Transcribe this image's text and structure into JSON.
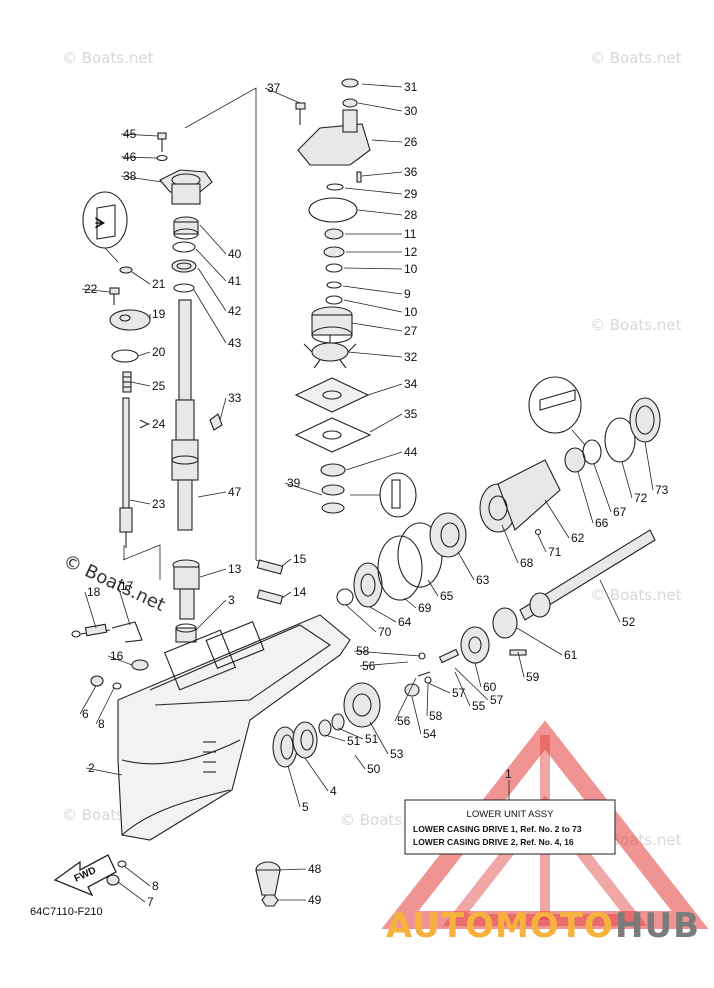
{
  "watermark": {
    "text": "© Boats.net",
    "diagonal_text": "© Boats.net"
  },
  "diagram_code": "64C7110-F210",
  "fwd_label": "FWD",
  "legend": {
    "ref_number": "1",
    "title": "LOWER UNIT ASSY",
    "line1": "LOWER CASING DRIVE 1,  Ref. No. 2  to  73",
    "line2": "LOWER CASING DRIVE 2,  Ref. No. 4, 16"
  },
  "brand": {
    "part1": "AUTOMOTO",
    "part2": "HUB",
    "color_primary": "#f6b23c",
    "color_secondary": "#7b7b7b",
    "color_triangle": "#e23b3b"
  },
  "callouts": [
    "31",
    "30",
    "26",
    "36",
    "29",
    "28",
    "11",
    "12",
    "10",
    "9",
    "10",
    "27",
    "32",
    "34",
    "35",
    "44",
    "39",
    "37",
    "45",
    "46",
    "38",
    "40",
    "41",
    "42",
    "43",
    "33",
    "47",
    "22",
    "21",
    "19",
    "20",
    "25",
    "24",
    "23",
    "15",
    "14",
    "13",
    "3",
    "18",
    "17",
    "16",
    "6",
    "8",
    "2",
    "5",
    "4",
    "51",
    "51",
    "50",
    "53",
    "56",
    "58",
    "57",
    "55",
    "54",
    "56",
    "58",
    "57",
    "60",
    "59",
    "61",
    "52",
    "64",
    "70",
    "69",
    "65",
    "63",
    "68",
    "71",
    "62",
    "66",
    "67",
    "72",
    "73",
    "48",
    "49",
    "8",
    "7"
  ]
}
